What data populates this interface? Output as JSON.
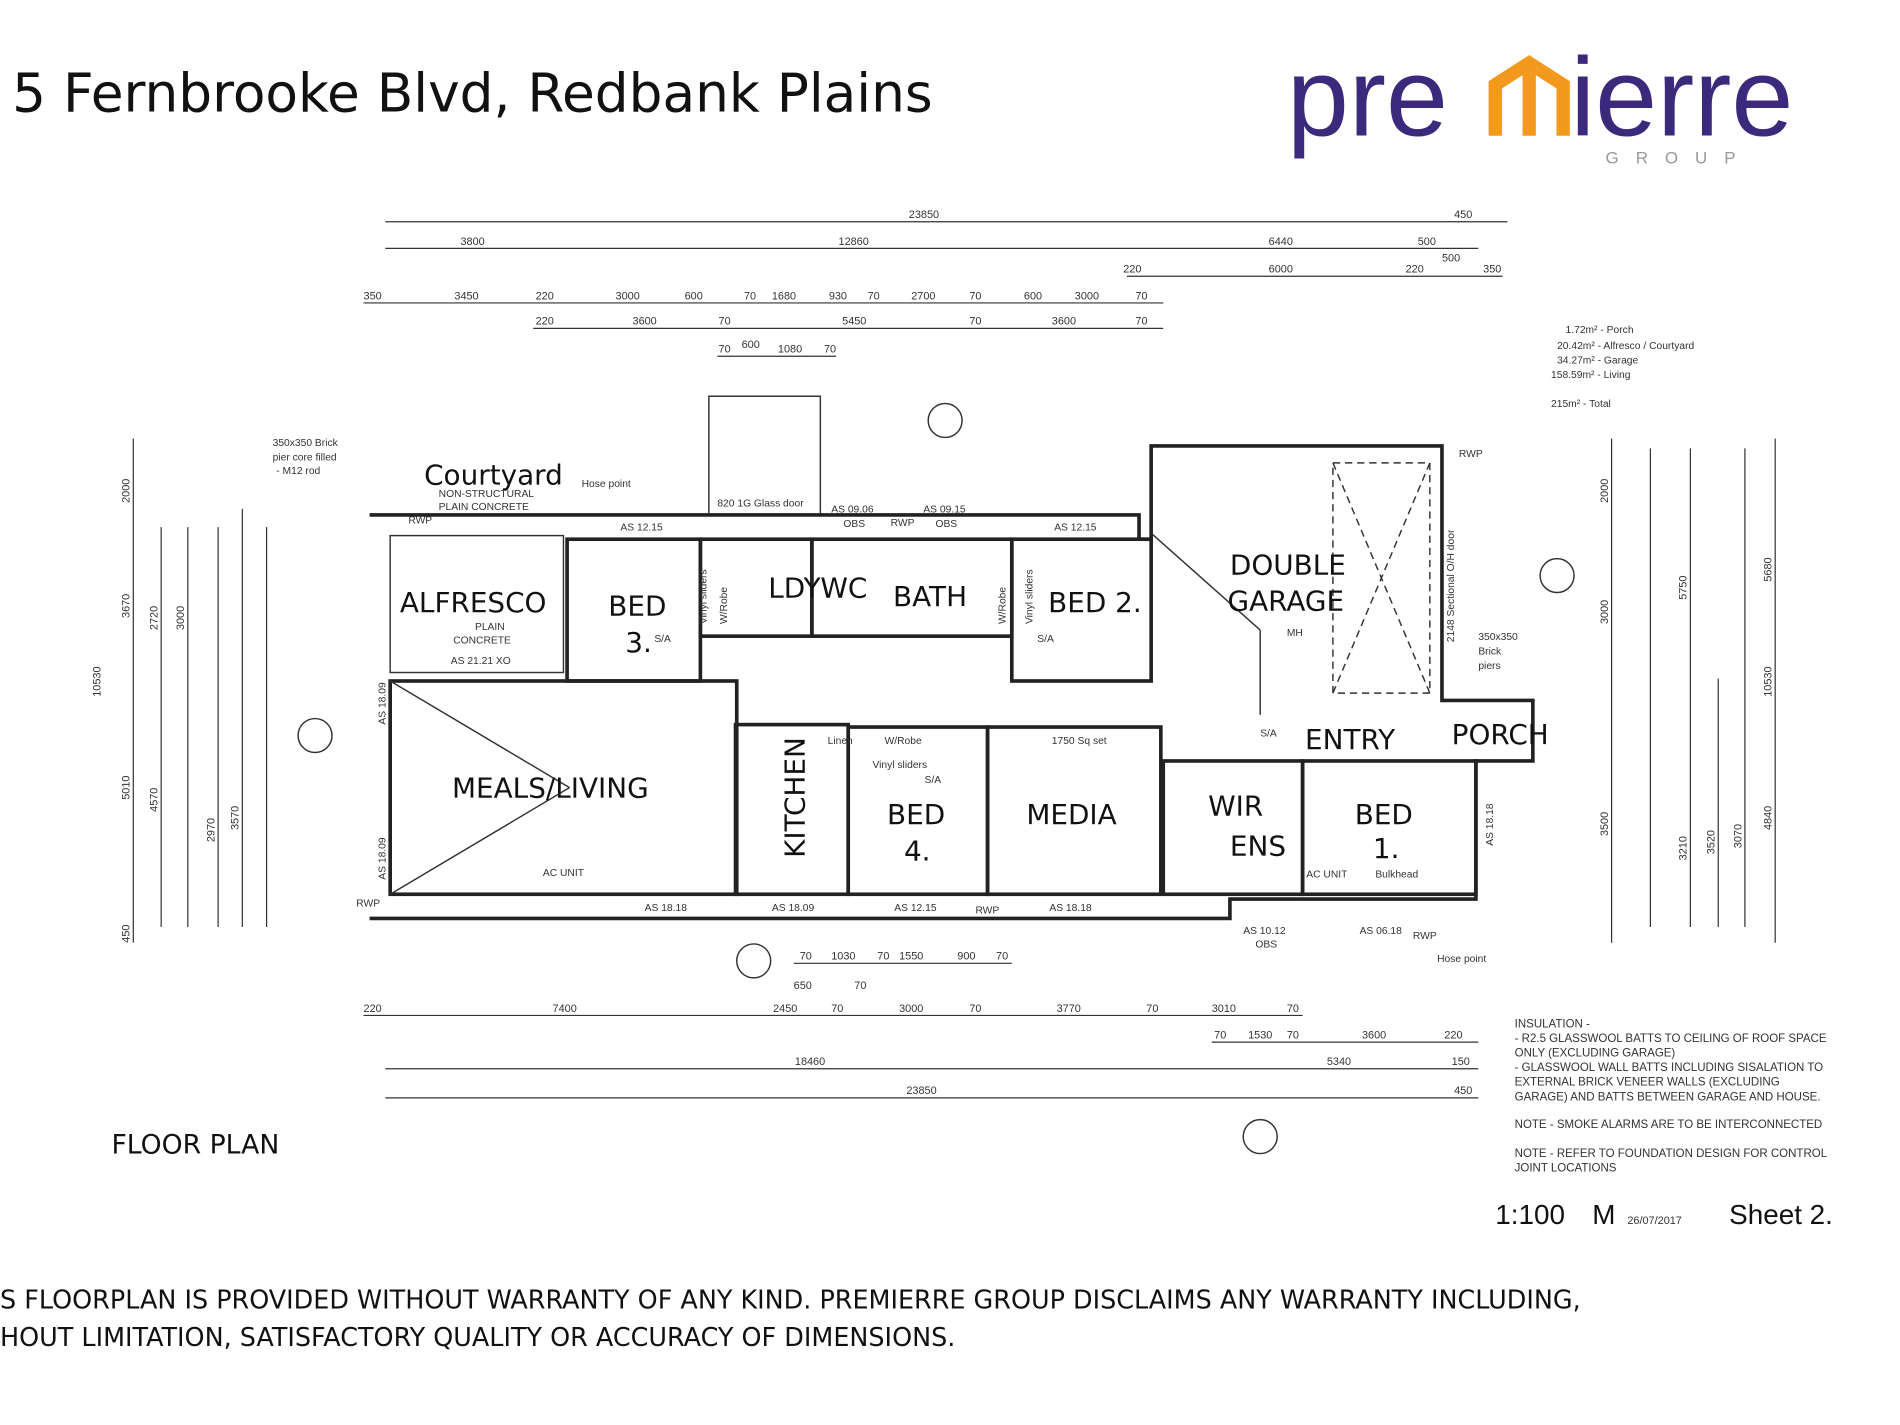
{
  "header": {
    "address": "5 Fernbrooke Blvd, Redbank Plains",
    "logo_text": "premierre",
    "logo_sub": "GROUP",
    "brand_colors": {
      "purple": "#3b2a7c",
      "orange": "#f39a1e"
    }
  },
  "plan": {
    "title": "FLOOR PLAN",
    "rooms": {
      "courtyard": "Courtyard",
      "courtyard_note1": "NON-STRUCTURAL",
      "courtyard_note2": "PLAIN CONCRETE",
      "alfresco": "ALFRESCO",
      "alfresco_note1": "PLAIN",
      "alfresco_note2": "CONCRETE",
      "bed3": "BED",
      "bed3_num": "3.",
      "ldy": "LDY",
      "wc": "WC",
      "bath": "BATH",
      "bed2": "BED 2.",
      "garage1": "DOUBLE",
      "garage2": "GARAGE",
      "meals": "MEALS/LIVING",
      "kitchen": "KITCHEN",
      "bed4": "BED",
      "bed4_num": "4.",
      "media": "MEDIA",
      "entry": "ENTRY",
      "porch": "PORCH",
      "wir": "WIR",
      "ens": "ENS",
      "bed1": "BED",
      "bed1_num": "1."
    },
    "annotations": {
      "brick_pier": [
        "350x350 Brick",
        "pier core filled",
        "- M12 rod"
      ],
      "hose_point": "Hose point",
      "glass_door": "820 1G Glass door",
      "rwp": "RWP",
      "as1215": "AS 12.15",
      "as0906": "AS 09.06",
      "as0915": "AS 09.15",
      "obs": "OBS",
      "as2121": "AS 21.21 XO",
      "vinyl_sliders": "Vinyl sliders",
      "wrobe": "W/Robe",
      "linen": "Linen",
      "sa": "S/A",
      "ac_unit": "AC UNIT",
      "as1818": "AS 18.18",
      "as1809": "AS 18.09",
      "as1012": "AS 10.12",
      "as0618": "AS 06.18",
      "sectional_door": "2148 Sectional O/H door",
      "brick_piers": [
        "350x350",
        "Brick",
        "piers"
      ],
      "sq_set": "1750 Sq set",
      "bulkhead": "Bulkhead",
      "mh": "MH"
    },
    "areas": [
      "1.72m² - Porch",
      "20.42m² - Alfresco / Courtyard",
      "34.27m² - Garage",
      "158.59m² - Living",
      "215m² - Total"
    ],
    "dims_top": {
      "r1": [
        "23850",
        "450"
      ],
      "r2": [
        "3800",
        "12860",
        "6440",
        "500",
        "500"
      ],
      "r3": [
        "220",
        "6000",
        "220",
        "350"
      ],
      "r4": [
        "350",
        "3450",
        "220",
        "3000",
        "600",
        "70",
        "1680",
        "930",
        "70",
        "2700",
        "70",
        "600",
        "3000",
        "70"
      ],
      "r5": [
        "220",
        "3600",
        "70",
        "5450",
        "70",
        "3600",
        "70"
      ],
      "r6": [
        "70",
        "600",
        "1080",
        "70"
      ]
    },
    "dims_bottom": {
      "r1": [
        "220",
        "7400",
        "2450",
        "70",
        "3000",
        "70",
        "3770",
        "70",
        "3010",
        "70"
      ],
      "r2": [
        "70",
        "1530",
        "70",
        "3600",
        "220"
      ],
      "r3": [
        "18460",
        "5340",
        "150"
      ],
      "r4": [
        "23850",
        "450"
      ],
      "r0": [
        "70",
        "1030",
        "70",
        "1550",
        "900",
        "70",
        "650",
        "70"
      ]
    },
    "dims_left": [
      "2000",
      "3670",
      "10530",
      "5010",
      "4570",
      "450",
      "2720",
      "3000",
      "2970",
      "3570"
    ],
    "dims_right": [
      "2000",
      "5750",
      "10530",
      "3000",
      "3500",
      "3210",
      "3520",
      "3070",
      "4840",
      "5680"
    ],
    "notes": [
      "INSULATION -",
      "- R2.5 GLASSWOOL BATTS TO CEILING OF ROOF SPACE",
      "ONLY (EXCLUDING GARAGE)",
      "- GLASSWOOL WALL BATTS INCLUDING SISALATION TO",
      "EXTERNAL BRICK VENEER WALLS (EXCLUDING",
      "GARAGE) AND BATTS BETWEEN GARAGE AND HOUSE.",
      "NOTE - SMOKE ALARMS ARE TO BE INTERCONNECTED",
      "NOTE - REFER TO FOUNDATION DESIGN FOR CONTROL",
      "JOINT LOCATIONS"
    ],
    "scale": "1:100",
    "scale_unit": "M",
    "date": "26/07/2017",
    "sheet": "Sheet 2."
  },
  "disclaimer": {
    "line1": "S FLOORPLAN IS PROVIDED WITHOUT WARRANTY OF ANY KIND. PREMIERRE GROUP DISCLAIMS ANY WARRANTY INCLUDING,",
    "line2": "HOUT LIMITATION, SATISFACTORY QUALITY OR ACCURACY OF DIMENSIONS."
  }
}
